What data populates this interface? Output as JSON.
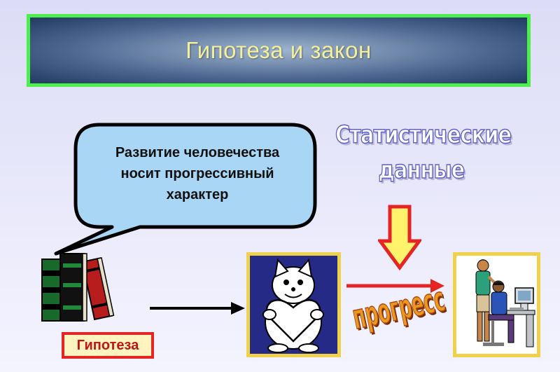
{
  "title": "Гипотеза и закон",
  "bubble": {
    "lines": [
      "Развитие человечества",
      "носит прогрессивный",
      "характер"
    ]
  },
  "stats": {
    "line1": "Статистические",
    "line2": "данные"
  },
  "progress_word": "прогресс",
  "hypothesis_label": "Гипотеза",
  "colors": {
    "title_border": "#4cf04c",
    "title_text": "#f3ef9a",
    "bubble_fill": "#a9d6f5",
    "frame_border": "#f0d24a",
    "hypothesis_border": "#e52424",
    "hypothesis_text": "#c21515",
    "red_arrow": "#e52424",
    "down_arrow_fill": "#fff36b"
  }
}
